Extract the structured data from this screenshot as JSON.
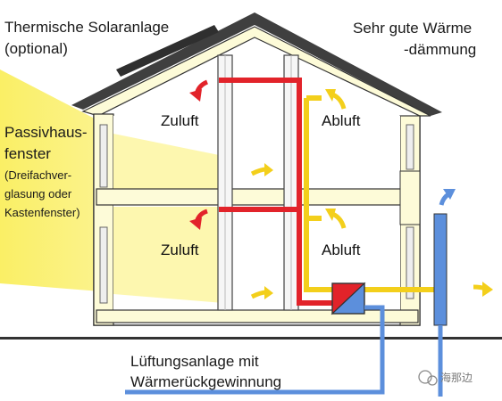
{
  "labels": {
    "solar": [
      "Thermische Solaranlage",
      "(optional)"
    ],
    "insulation": [
      "Sehr gute Wärme",
      "-dämmung"
    ],
    "passive_title": [
      "Passivhaus-",
      "fenster"
    ],
    "passive_note": [
      "(Dreifachver-",
      "glasung oder",
      "Kastenfenster)"
    ],
    "ventilation": [
      "Lüftungsanlage mit",
      "Wärmerückgewinnung"
    ]
  },
  "rooms": {
    "upper_left": "Zuluft",
    "upper_right": "Abluft",
    "lower_left": "Zuluft",
    "lower_right": "Abluft"
  },
  "watermark": "海那边",
  "colors": {
    "supply_air": "#e2232a",
    "exhaust_air": "#f3cf1b",
    "fresh_air": "#5c8fdc",
    "house_fill": "#fdfbd8",
    "sunlight": "#fbf17a",
    "outline": "#333333",
    "roof": "#3f3f3f"
  }
}
